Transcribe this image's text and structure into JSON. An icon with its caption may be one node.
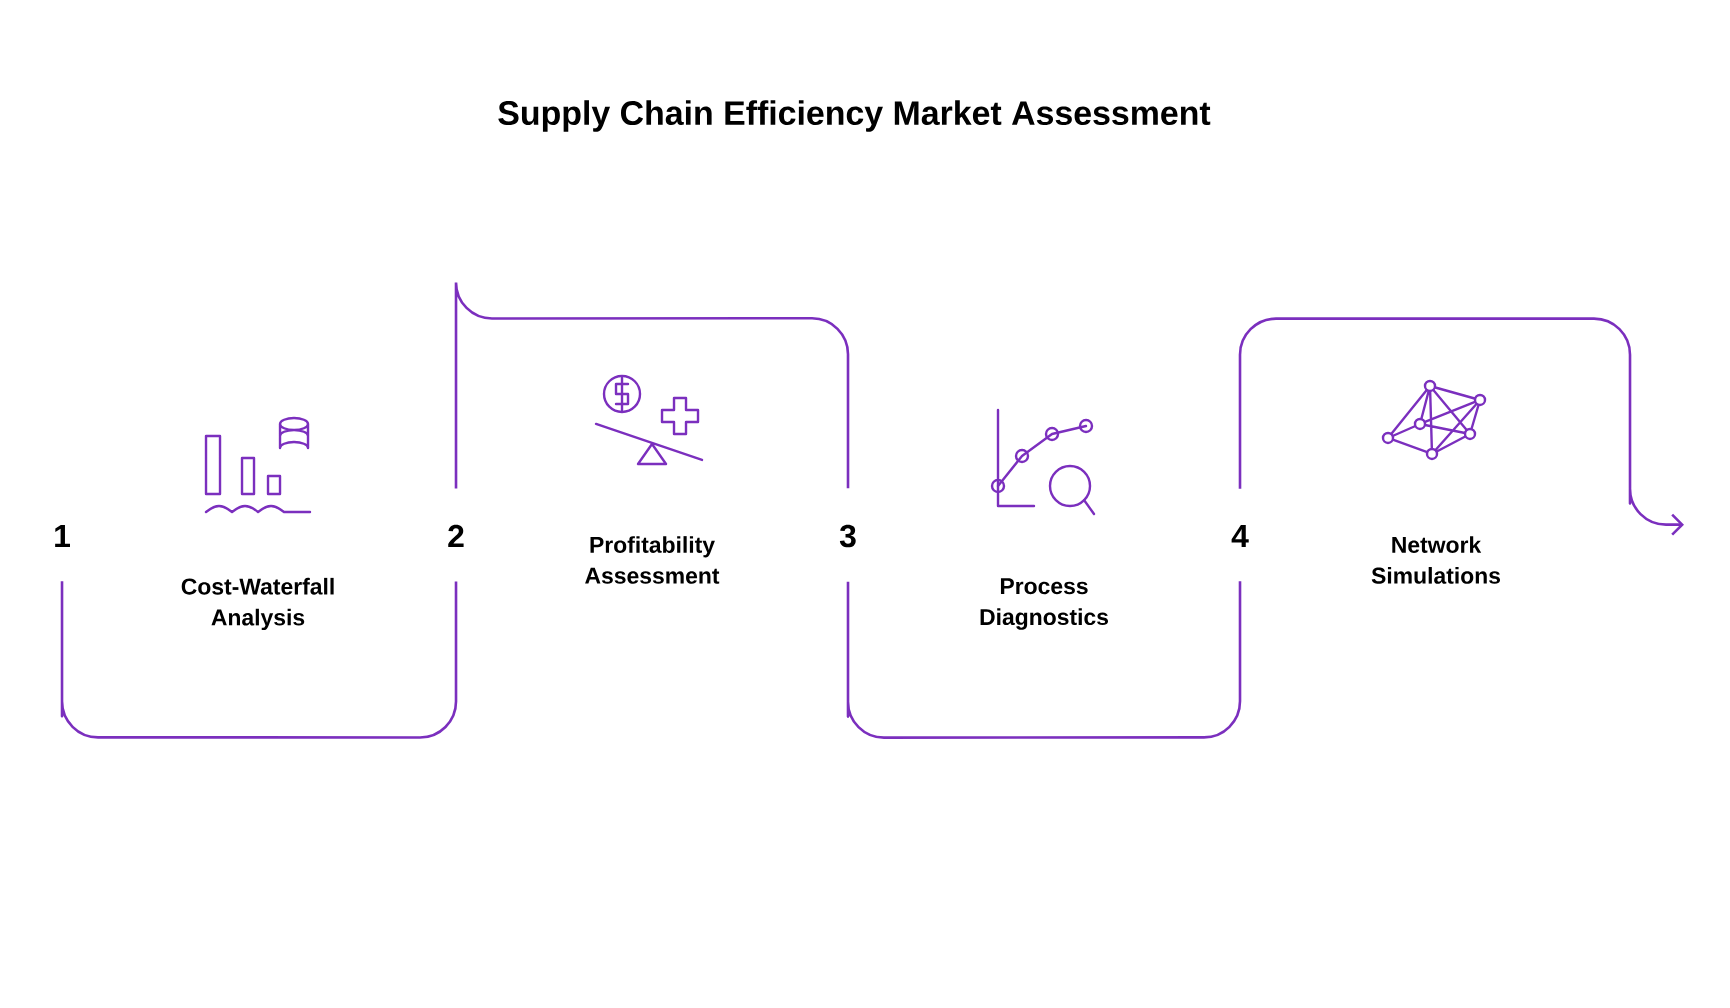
{
  "diagram": {
    "title": "Supply Chain Efficiency Market Assessment",
    "nodes": [
      {
        "text": [
          "1"
        ]
      },
      {
        "text": [
          "2"
        ]
      },
      {
        "text": [
          "3"
        ]
      },
      {
        "text": [
          "4"
        ]
      }
    ],
    "edges": [
      {
        "from": 0,
        "to": 1,
        "arrow": "none"
      },
      {
        "from": 1,
        "to": 2,
        "arrow": "none"
      },
      {
        "from": 2,
        "to": 3,
        "arrow": "none"
      },
      {
        "from": 3,
        "to": null,
        "arrow": "to"
      }
    ],
    "labels": [
      "Cost-Waterfall Analysis",
      "Profitability Assessment",
      "Process Diagnostics",
      "Network Simulations"
    ]
  }
}
